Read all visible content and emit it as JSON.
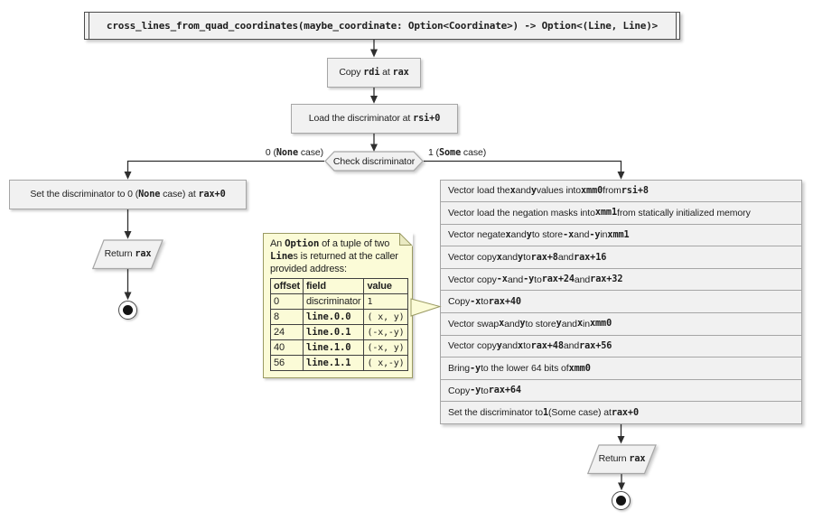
{
  "diagram": {
    "title": "cross_lines_from_quad_coordinates(maybe_coordinate: Option<Coordinate>) -> Option<(Line, Line)>",
    "nodes": {
      "copy_rdi": "Copy **rdi** at **rax**",
      "load_discriminator": "Load the discriminator at **rsi+0**",
      "decision": "Check discriminator",
      "branch_none_label": "0 (**None** case)",
      "branch_some_label": "1 (**Some** case)",
      "set_discriminator_none": "Set the discriminator to 0 (**None** case) at **rax+0**",
      "return_none": "Return **rax**",
      "return_some": "Return **rax**"
    },
    "some_steps": [
      "Vector load the **x** and **y** values into **xmm0** from **rsi+8**",
      "Vector load the negation masks into **xmm1** from statically initialized memory",
      "Vector negate **x** and **y** to store **-x** and **-y** in **xmm1**",
      "Vector copy **x** and **y** to **rax+8** and **rax+16**",
      "Vector copy **-x** and **-y** to **rax+24** and **rax+32**",
      "Copy **-x** to **rax+40**",
      "Vector swap **x** and **y** to store **y** and **x** in **xmm0**",
      "Vector copy **y** and **x** to **rax+48** and **rax+56**",
      "Bring **-y** to the lower 64 bits of **xmm0**",
      "Copy **-y** to **rax+64**",
      "Set the discriminator to **1** (Some case) at **rax+0**"
    ],
    "note": {
      "text": "An **Option** of a tuple of two **Line**s is returned at the caller provided address:",
      "table": {
        "headers": [
          "offset",
          "field",
          "value"
        ],
        "rows": [
          [
            "0",
            "discriminator",
            "1"
          ],
          [
            "8",
            "**line.0.0**",
            "( x, y)"
          ],
          [
            "24",
            "**line.0.1**",
            "(-x,-y)"
          ],
          [
            "40",
            "**line.1.0**",
            "(-x, y)"
          ],
          [
            "56",
            "**line.1.1**",
            "( x,-y)"
          ]
        ]
      }
    },
    "colors": {
      "box_fill": "#f1f1f1",
      "box_border": "#a6a6a6",
      "strong_border": "#4c4c4c",
      "line": "#2f2f2f",
      "note_fill": "#fbfbd7",
      "note_border": "#9b9b64",
      "text": "#1e1e1e"
    }
  }
}
